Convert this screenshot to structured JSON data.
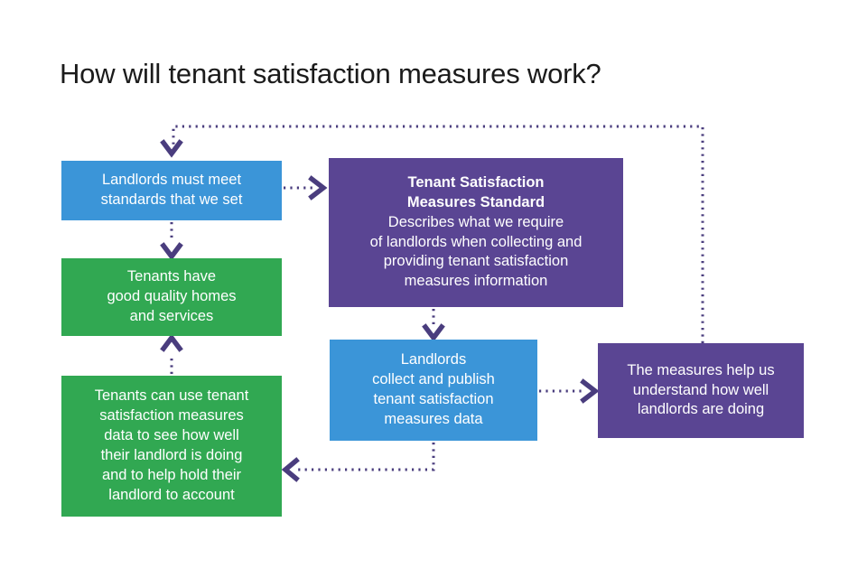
{
  "page": {
    "title": "How will tenant satisfaction measures work?",
    "background": "#ffffff"
  },
  "colors": {
    "blue": "#3b95d8",
    "green": "#31a852",
    "purple": "#5a4593",
    "arrow": "#4a3d7e",
    "title_text": "#1b1b1b",
    "node_text": "#ffffff"
  },
  "diagram": {
    "type": "flowchart",
    "nodes": [
      {
        "id": "standards",
        "color": "blue",
        "lines": [
          {
            "text": "Landlords must meet",
            "bold": false
          },
          {
            "text": "standards that we set",
            "bold": false
          }
        ]
      },
      {
        "id": "homes",
        "color": "green",
        "lines": [
          {
            "text": "Tenants have",
            "bold": false
          },
          {
            "text": "good quality homes",
            "bold": false
          },
          {
            "text": "and services",
            "bold": false
          }
        ]
      },
      {
        "id": "tenants-use",
        "color": "green",
        "lines": [
          {
            "text": "Tenants can use tenant",
            "bold": false
          },
          {
            "text": "satisfaction measures",
            "bold": false
          },
          {
            "text": "data to see how well",
            "bold": false
          },
          {
            "text": "their landlord is doing",
            "bold": false
          },
          {
            "text": "and to help hold their",
            "bold": false
          },
          {
            "text": "landlord to account",
            "bold": false
          }
        ]
      },
      {
        "id": "tsm-standard",
        "color": "purple",
        "lines": [
          {
            "text": "Tenant Satisfaction",
            "bold": true
          },
          {
            "text": "Measures Standard",
            "bold": true
          },
          {
            "text": "Describes what we require",
            "bold": false
          },
          {
            "text": "of landlords when collecting and",
            "bold": false
          },
          {
            "text": "providing tenant satisfaction",
            "bold": false
          },
          {
            "text": "measures information",
            "bold": false
          }
        ]
      },
      {
        "id": "collect",
        "color": "blue",
        "lines": [
          {
            "text": "Landlords",
            "bold": false
          },
          {
            "text": "collect and publish",
            "bold": false
          },
          {
            "text": "tenant satisfaction",
            "bold": false
          },
          {
            "text": "measures data",
            "bold": false
          }
        ]
      },
      {
        "id": "measures-help",
        "color": "purple",
        "lines": [
          {
            "text": "The measures help us",
            "bold": false
          },
          {
            "text": "understand how well",
            "bold": false
          },
          {
            "text": "landlords are doing",
            "bold": false
          }
        ]
      }
    ],
    "connectors": [
      {
        "id": "standards-to-tsm",
        "from": "standards",
        "to": "tsm-standard",
        "direction": "right",
        "style": "dotted"
      },
      {
        "id": "standards-to-homes",
        "from": "standards",
        "to": "homes",
        "direction": "down",
        "style": "dotted"
      },
      {
        "id": "tenants-use-to-homes",
        "from": "tenants-use",
        "to": "homes",
        "direction": "up",
        "style": "dotted"
      },
      {
        "id": "tsm-to-collect",
        "from": "tsm-standard",
        "to": "collect",
        "direction": "down",
        "style": "dotted"
      },
      {
        "id": "collect-to-measures-help",
        "from": "collect",
        "to": "measures-help",
        "direction": "right",
        "style": "dotted"
      },
      {
        "id": "collect-to-tenants-use",
        "from": "collect",
        "to": "tenants-use",
        "direction": "left",
        "style": "dotted"
      },
      {
        "id": "measures-help-to-standards",
        "from": "measures-help",
        "to": "standards",
        "direction": "up-left-down",
        "style": "dotted"
      }
    ]
  }
}
